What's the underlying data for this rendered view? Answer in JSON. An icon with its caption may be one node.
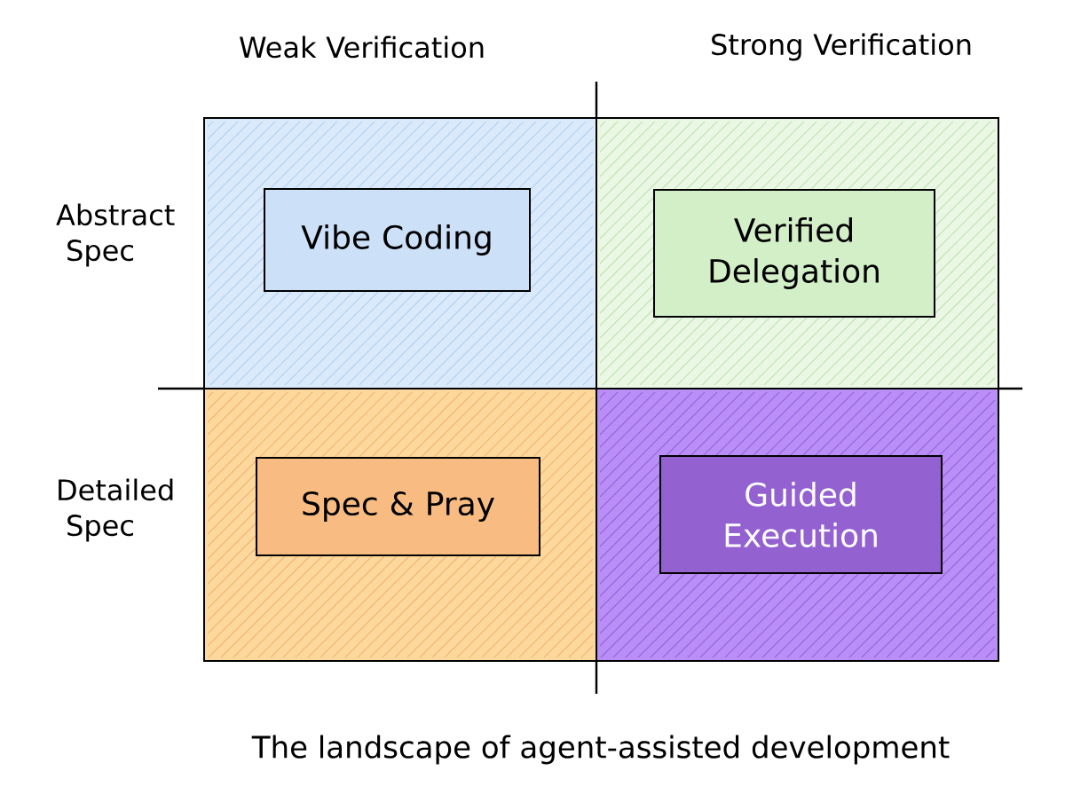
{
  "diagram": {
    "caption": "The landscape of agent-assisted development",
    "nodes": [
      {
        "text": [],
        "shape": "box"
      },
      {
        "text": [
          "Vibe Coding"
        ],
        "in": 0
      },
      {
        "text": [],
        "shape": "box"
      },
      {
        "text": [
          "Verified Delegation"
        ],
        "in": 2
      },
      {
        "text": [],
        "shape": "box"
      },
      {
        "text": [
          "Spec & Pray"
        ],
        "in": 4
      },
      {
        "text": [],
        "shape": "box"
      },
      {
        "text": [
          "Guided Execution"
        ],
        "in": 6
      }
    ],
    "labels": [
      "Weak Verification",
      "Strong Verification",
      "Abstract Spec",
      "Detailed Spec"
    ]
  }
}
